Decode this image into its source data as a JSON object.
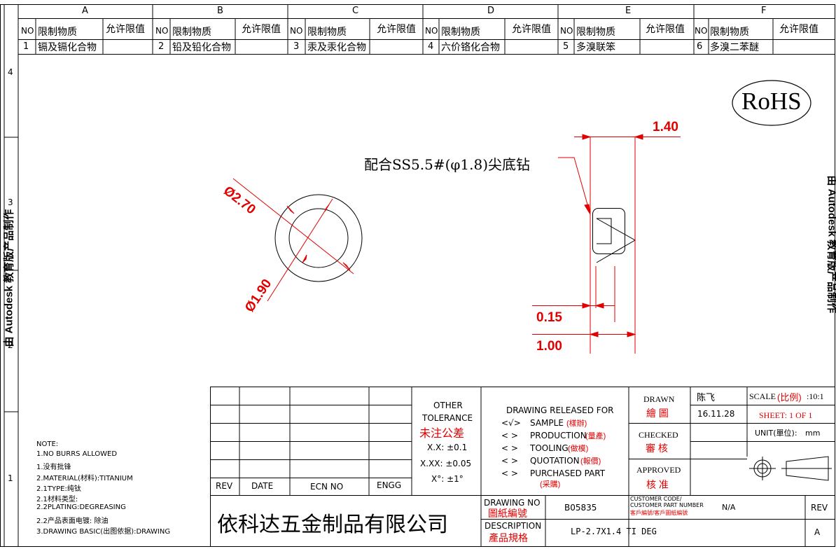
{
  "grid": {
    "columns": [
      "A",
      "B",
      "C",
      "D",
      "E",
      "F"
    ],
    "rows": [
      "4",
      "3",
      "2",
      "1"
    ]
  },
  "restrictions": {
    "no_header": "NO",
    "substance_header": "限制物质",
    "limit_header": "允许限值",
    "items": [
      {
        "no": "1",
        "substance": "镉及镉化合物",
        "limit": ""
      },
      {
        "no": "2",
        "substance": "铅及铅化合物",
        "limit": ""
      },
      {
        "no": "3",
        "substance": "汞及汞化合物",
        "limit": ""
      },
      {
        "no": "4",
        "substance": "六价铬化合物",
        "limit": ""
      },
      {
        "no": "5",
        "substance": "多溴联笨",
        "limit": ""
      },
      {
        "no": "6",
        "substance": "多溴二苯醚",
        "limit": ""
      }
    ]
  },
  "rohs": "RoHS",
  "drawing": {
    "note_callout": "配合SS5.5#(φ1.8)尖底钻",
    "dim_outer": "Ø2.70",
    "dim_inner": "Ø1.90",
    "dim_length": "1.40",
    "dim_chamfer": "0.15",
    "dim_width": "1.00"
  },
  "watermark_left": "由 Autodesk 教育版产品制作",
  "watermark_right": "由 Autodesk 教育版产品制作",
  "notes": {
    "title": "NOTE:",
    "lines": [
      "1.NO BURRS ALLOWED",
      "1.没有批锋",
      "2.MATERIAL(材料):TITANIUM",
      "2.1TYPE:纯钛",
      "2.1材料类型:",
      "2.2PLATING:DEGREASING",
      "2.2产品表面电镀: 除油",
      "3.DRAWING BASIC(出图依据):DRAWING"
    ]
  },
  "title_block": {
    "rev_label": "REV",
    "date_label": "DATE",
    "ecn_label": "ECN NO",
    "engg_label": "ENGG",
    "tolerance": {
      "title_en_1": "OTHER",
      "title_en_2": "TOLERANCE",
      "title_cn": "未注公差",
      "xx": "X.X: ±0.1",
      "xxx": "X.XX: ±0.05",
      "deg": "X°: ±1°"
    },
    "release": {
      "title": "DRAWING RELEASED FOR",
      "options": [
        {
          "mark": "<√>",
          "en": "SAMPLE",
          "cn": "(樣辦)"
        },
        {
          "mark": "<  >",
          "en": "PRODUCTION",
          "cn": "(量產)"
        },
        {
          "mark": "<  >",
          "en": "TOOLING",
          "cn": "(做模)"
        },
        {
          "mark": "<  >",
          "en": "QUOTATION",
          "cn": "(報價)"
        },
        {
          "mark": "<  >",
          "en": "PURCHASED PART",
          "cn": "(采購)"
        }
      ]
    },
    "drawn_en": "DRAWN",
    "drawn_cn": "繪 圖",
    "drawn_by": "陈飞",
    "drawn_date": "16.11.28",
    "checked_en": "CHECKED",
    "checked_cn": "審 核",
    "approved_en": "APPROVED",
    "approved_cn": "核 准",
    "scale_en": "SCALE",
    "scale_cn": "(比例)",
    "scale_value": ":10:1",
    "sheet": "SHEET:  1 OF 1",
    "unit_label": "UNIT(單位):",
    "unit_value": "mm",
    "company": "依科达五金制品有限公司",
    "drawing_no_en": "DRAWING NO",
    "drawing_no_cn": "圖紙編號",
    "drawing_no": "B05835",
    "customer_code_en_1": "CUSTOMER CODE/",
    "customer_code_en_2": "CUSTOMER PART NUMBER",
    "customer_code_cn": "客戶編號/客戶圖紙編號",
    "customer_code_value": "N/A",
    "description_en": "DESCRIPTION",
    "description_cn": "產品規格",
    "description": "LP-2.7X1.4 TI DEG",
    "rev_header": "REV",
    "rev_value": "A"
  }
}
